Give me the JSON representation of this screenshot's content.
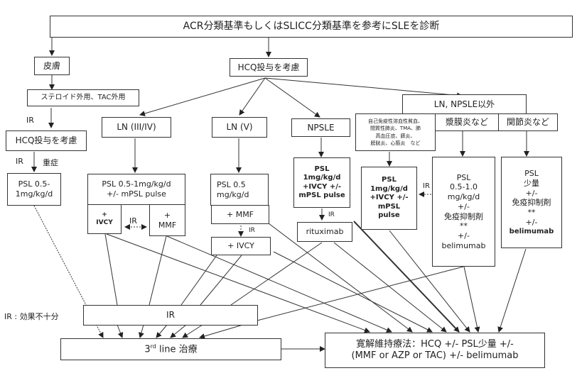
{
  "diagram": {
    "top": "ACR分類基準もしくはSLICC分類基準を参考にSLEを診断",
    "skin": "皮膚",
    "hcq_main": "HCQ投与を考慮",
    "steroid_topical": "ステロイド外用、TAC外用",
    "ir_label_1": "IR",
    "hcq_skin": "HCQ投与を考慮",
    "ir_label_2": "IR",
    "severe_label": "重症",
    "psl_skin": [
      "PSL 0.5-",
      "1mg/kg/d"
    ],
    "ln34": "LN (III/IV)",
    "ln5": "LN (V)",
    "npsle": "NPSLE",
    "other": "LN, NPSLE以外",
    "other_sub1": [
      "自己免疫性溶血性貧血、",
      "間質性肺炎、TMA、肺",
      "高血圧症、膵炎、",
      "膀胱炎、心筋炎　など"
    ],
    "other_sub2": "漿膜炎など",
    "other_sub3": "関節炎など",
    "psl_ln34": [
      "PSL 0.5-1mg/kg/d",
      "+/- mPSL pulse"
    ],
    "ivcy_ln34": [
      "+",
      "IVCY"
    ],
    "ir_bidir": "IR",
    "mmf_ln34": [
      "+",
      "MMF"
    ],
    "psl_ln5": [
      "PSL 0.5",
      "mg/kg/d"
    ],
    "mmf_ln5": "+ MMF",
    "ir_ln5": "IR",
    "ivcy_ln5": "+ IVCY",
    "psl_npsle": [
      "PSL",
      "1mg/kg/d",
      "+IVCY +/-",
      "mPSL pulse"
    ],
    "ir_npsle": "IR",
    "rituximab": "rituximab",
    "psl_other1": [
      "PSL",
      "1mg/kg/d",
      "+IVCY +/-",
      "mPSL",
      "pulse"
    ],
    "ir_other": "IR",
    "psl_other2": [
      "PSL",
      "0.5-1.0",
      "mg/kg/d",
      "+/-",
      "免疫抑制剤",
      "**",
      "+/-",
      "belimumab"
    ],
    "psl_other3": [
      "PSL",
      "少量",
      "+/-",
      "免疫抑制剤",
      "**",
      "+/-",
      "belimumab"
    ],
    "ir_legend": "IR : 効果不十分",
    "ir_box": "IR",
    "third_line": {
      "num": "3",
      "sup": "rd",
      "rest": " line 治療"
    },
    "maintenance": [
      "寛解維持療法：HCQ +/- PSL少量 +/-",
      "(MMF or AZP or TAC) +/- belimumab"
    ]
  }
}
